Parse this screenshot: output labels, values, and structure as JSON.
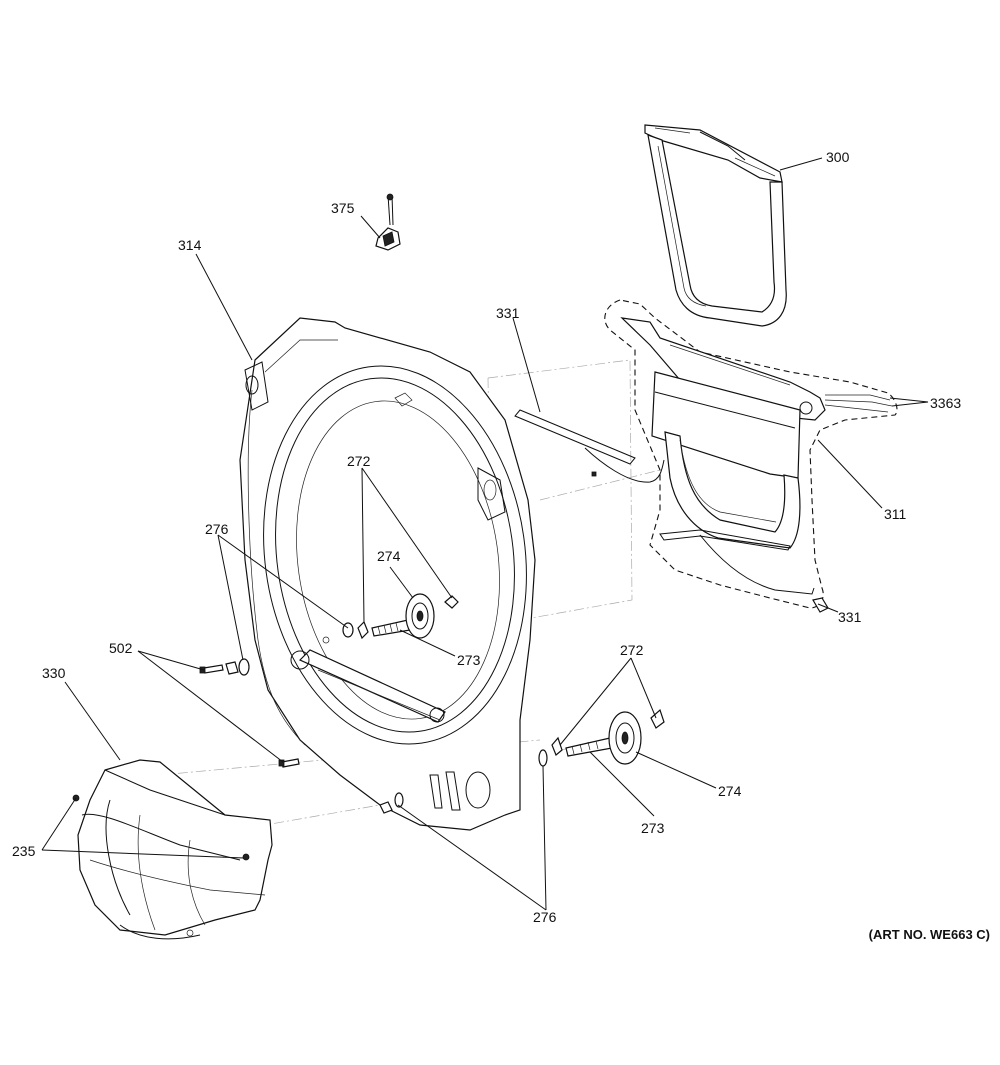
{
  "diagram": {
    "callouts": {
      "c300": "300",
      "c375": "375",
      "c314": "314",
      "c331_top": "331",
      "c3363": "3363",
      "c311": "311",
      "c331_bottom": "331",
      "c272_left": "272",
      "c276_left": "276",
      "c274_left": "274",
      "c273_left": "273",
      "c502": "502",
      "c330": "330",
      "c272_right": "272",
      "c274_right": "274",
      "c273_right": "273",
      "c235": "235",
      "c276_bottom": "276"
    },
    "art_number": "(ART NO. WE663 C)"
  }
}
